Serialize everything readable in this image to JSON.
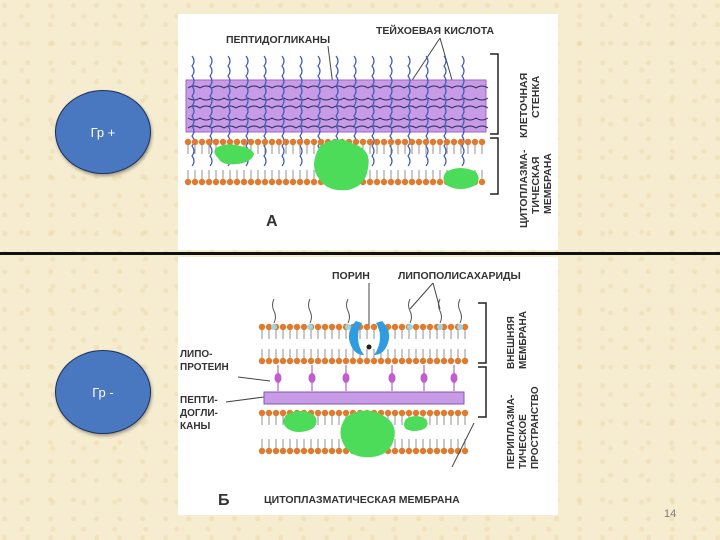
{
  "badges": {
    "gram_positive": "Гр +",
    "gram_negative": "Гр -"
  },
  "panel_a": {
    "label_peptidoglycans": "ПЕПТИДОГЛИКАНЫ",
    "label_teichoic": "ТЕЙХОЕВАЯ КИСЛОТА",
    "label_cell_wall_1": "КЛЕТОЧНАЯ",
    "label_cell_wall_2": "СТЕНКА",
    "label_cyto_1": "ЦИТОПЛАЗМА-",
    "label_cyto_2": "ТИЧЕСКАЯ",
    "label_cyto_3": "МЕМБРАНА",
    "letter": "А"
  },
  "panel_b": {
    "label_porin": "ПОРИН",
    "label_lps": "ЛИПОПОЛИСАХАРИДЫ",
    "label_lipo_1": "ЛИПО-",
    "label_lipo_2": "ПРОТЕИН",
    "label_pepti_1": "ПЕПТИ-",
    "label_pepti_2": "ДОГЛИ-",
    "label_pepti_3": "КАНЫ",
    "label_outer_1": "ВНЕШНЯЯ",
    "label_outer_2": "МЕМБРАНА",
    "label_peri_1": "ПЕРИПЛАЗМА-",
    "label_peri_2": "ТИЧЕСКОЕ",
    "label_peri_3": "ПРОСТРАНСТВО",
    "label_cyto_membrane": "ЦИТОПЛАЗМАТИЧЕСКАЯ МЕМБРАНА",
    "letter": "Б"
  },
  "page_number": "14",
  "colors": {
    "badge": "#4a78c0",
    "purple_layer": "#c79be6",
    "lipid_head": "#e07a2c",
    "protein": "#4cdc5a",
    "porin": "#2f9be0",
    "teichoic": "#3e5bb8"
  }
}
